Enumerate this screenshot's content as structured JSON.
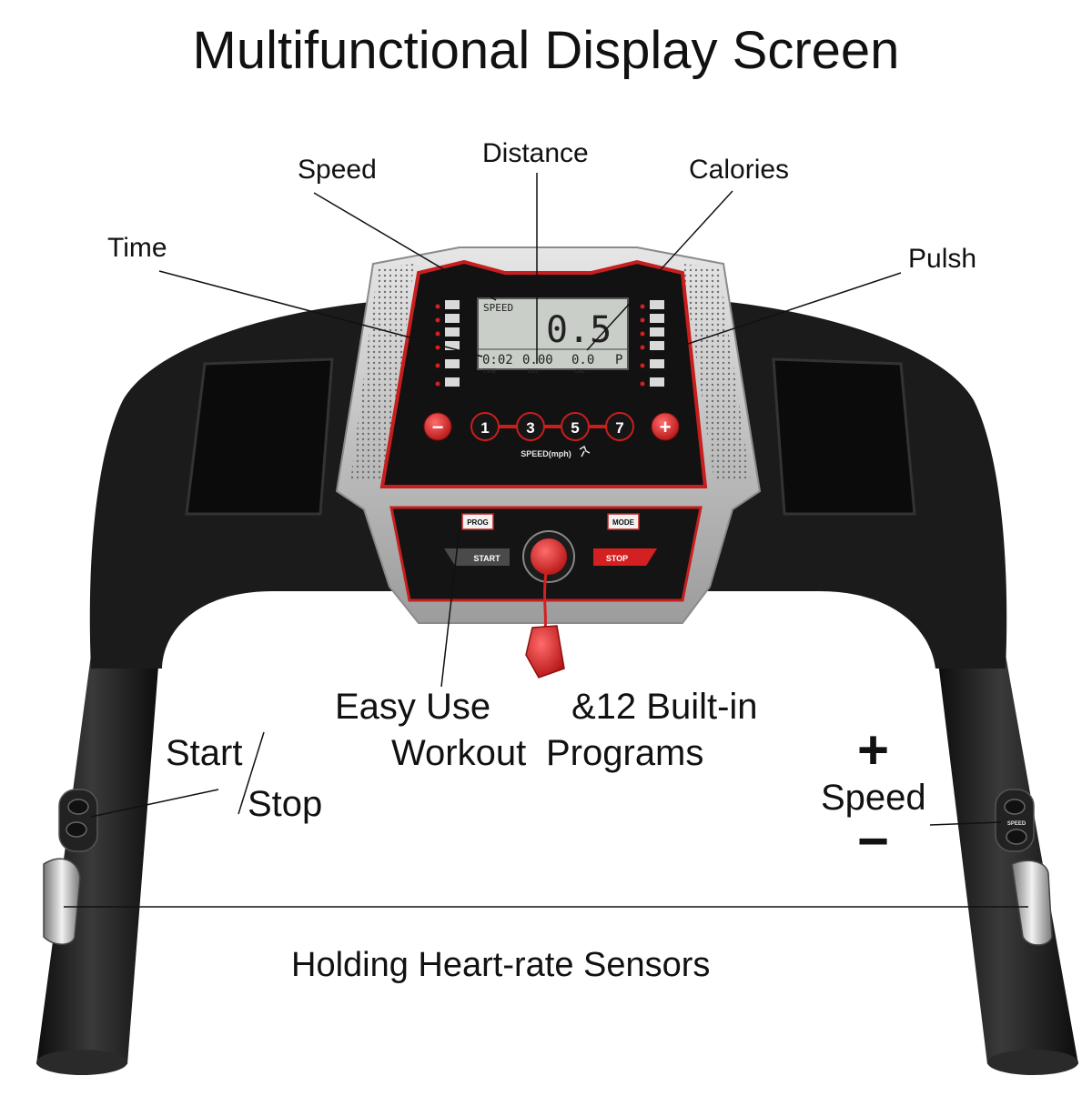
{
  "title": "Multifunctional Display Screen",
  "callouts": {
    "speed": "Speed",
    "distance": "Distance",
    "calories": "Calories",
    "time": "Time",
    "pulse": "Pulsh",
    "easy_use": "Easy Use",
    "workout": "Workout",
    "built_in": "&12 Built-in",
    "programs": "Programs",
    "start": "Start",
    "stop": "Stop",
    "plus": "+",
    "speed_side": "Speed",
    "minus": "−",
    "sensors": "Holding Heart-rate Sensors"
  },
  "console": {
    "lcd_mode": "SPEED",
    "lcd_big_value": "0.5",
    "lcd_time": "0:02",
    "lcd_dist": "0.00",
    "lcd_cal": "0.0",
    "lcd_pulse": "P",
    "lcd_time_label": "TIME",
    "lcd_dist_label": "DIS",
    "lcd_cal_label": "CAL",
    "quick_minus": "−",
    "quick_1": "1",
    "quick_3": "3",
    "quick_5": "5",
    "quick_7": "7",
    "quick_plus": "+",
    "speed_caption": "SPEED(mph)",
    "prog_label": "PROG",
    "mode_label": "MODE",
    "start_label": "START",
    "stop_label": "STOP",
    "handle_speed_label": "SPEED"
  },
  "colors": {
    "accent_red": "#d42020",
    "body_black": "#1c1c1c",
    "silver": "#c4c4c4",
    "lcd": "#c9cfc8"
  }
}
